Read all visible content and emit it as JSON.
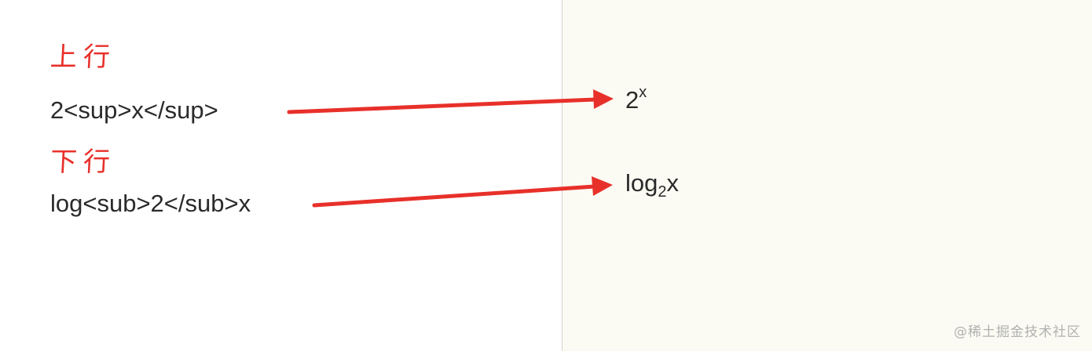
{
  "annotations": {
    "sup_label": "上行",
    "sub_label": "下行"
  },
  "source": {
    "sup_code": "2<sup>x</sup>",
    "sub_code": "log<sub>2</sub>x"
  },
  "rendered": {
    "sup_base": "2",
    "sup_exponent": "x",
    "sub_base": "log",
    "sub_index": "2",
    "sub_tail": "x"
  },
  "watermark": "@稀土掘金技术社区",
  "colors": {
    "annotation": "#e8302a",
    "text": "#2a2a2a",
    "preview_background": "#fbfbf3",
    "divider": "#d4d4d4"
  },
  "icons": [
    "arrow-right-icon",
    "arrow-right-icon"
  ]
}
